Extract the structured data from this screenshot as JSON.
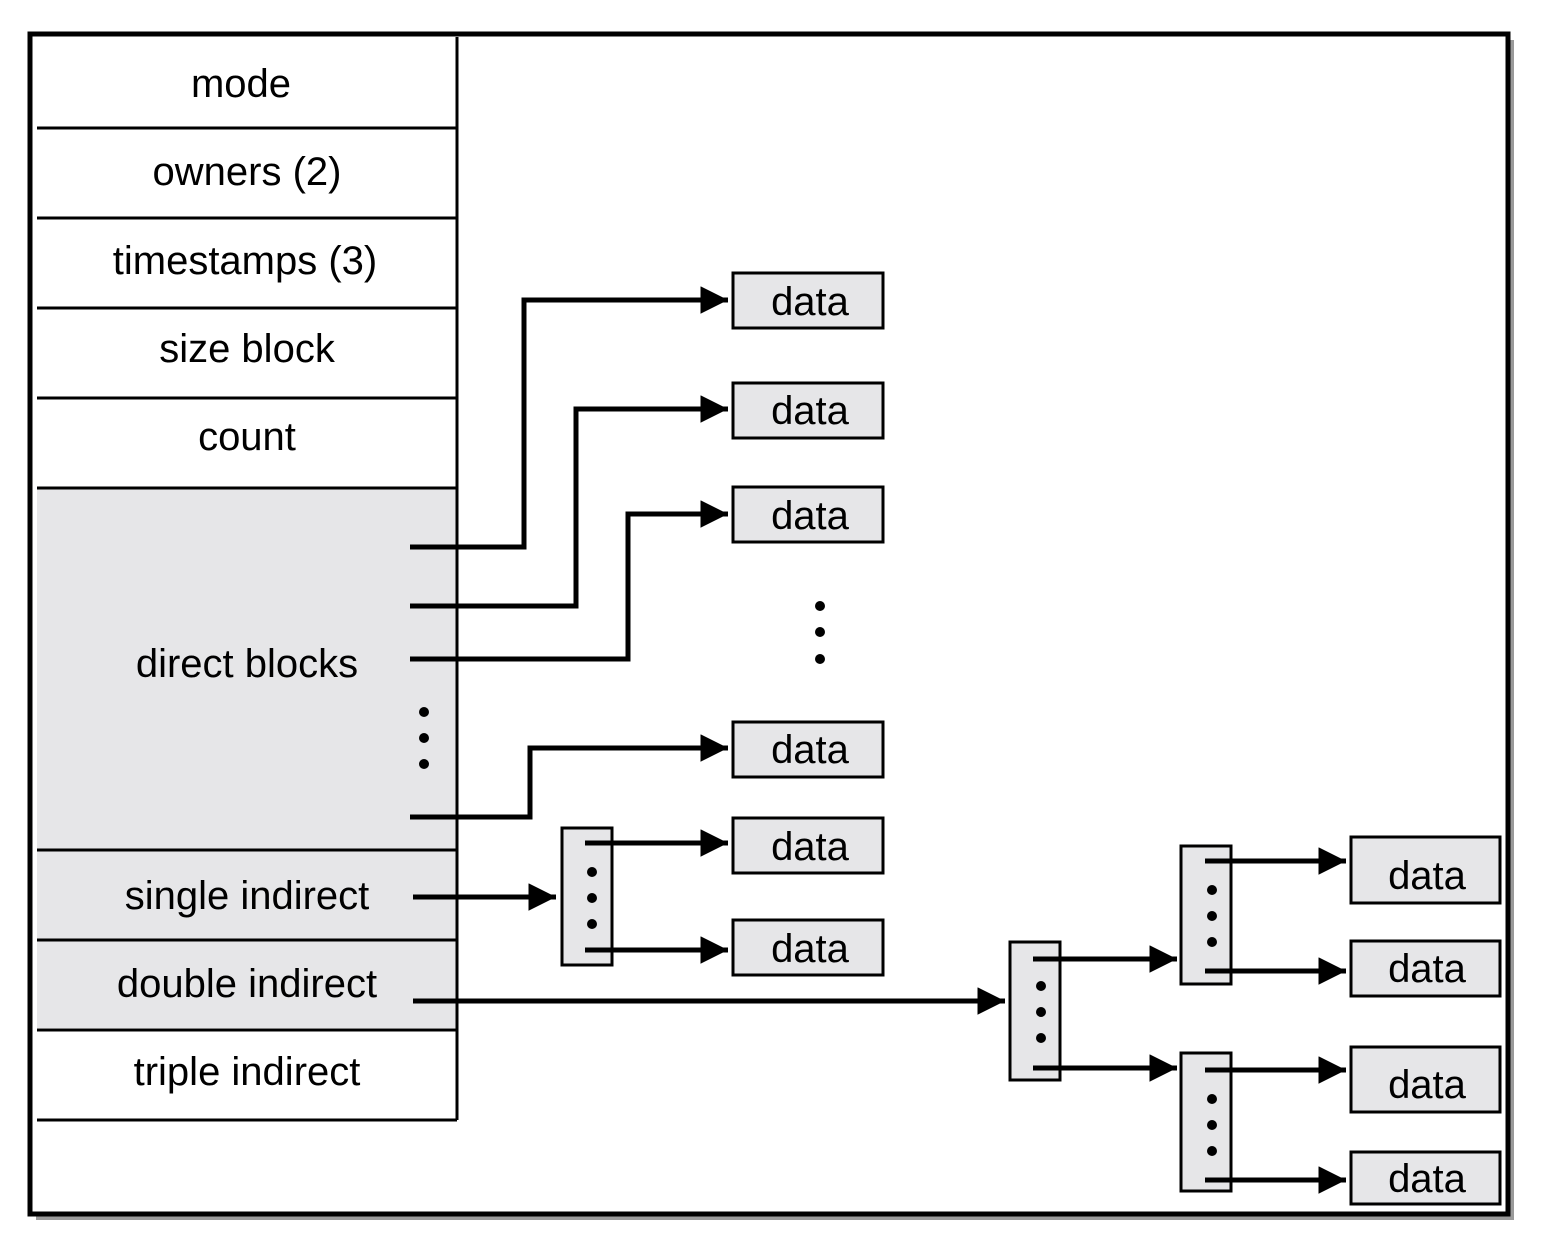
{
  "inode": {
    "mode": "mode",
    "owners": "owners (2)",
    "timestamps": "timestamps (3)",
    "size_block": "size block",
    "count": "count",
    "direct_blocks": "direct blocks",
    "single_indirect": "single indirect",
    "double_indirect": "double indirect",
    "triple_indirect": "triple indirect"
  },
  "data_label": "data",
  "colors": {
    "shaded_fill": "#e6e6e8",
    "stroke": "#000000",
    "background": "#ffffff"
  }
}
